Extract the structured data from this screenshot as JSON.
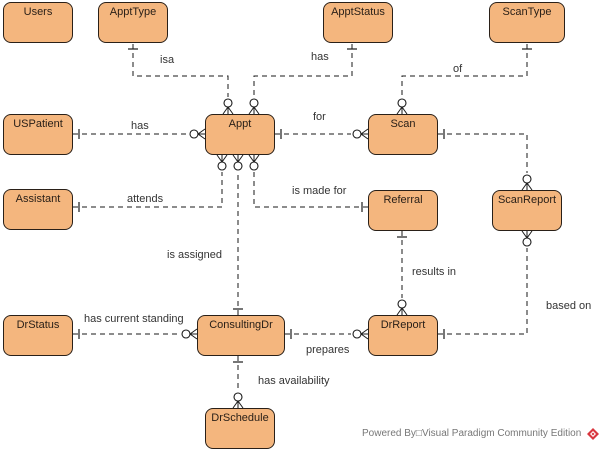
{
  "diagram": {
    "type": "entity-relationship",
    "entities": [
      {
        "id": "users",
        "name": "Users"
      },
      {
        "id": "appttype",
        "name": "ApptType"
      },
      {
        "id": "apptstatus",
        "name": "ApptStatus"
      },
      {
        "id": "scantype",
        "name": "ScanType"
      },
      {
        "id": "uspatient",
        "name": "USPatient"
      },
      {
        "id": "appt",
        "name": "Appt"
      },
      {
        "id": "scan",
        "name": "Scan"
      },
      {
        "id": "assistant",
        "name": "Assistant"
      },
      {
        "id": "referral",
        "name": "Referral"
      },
      {
        "id": "scanreport",
        "name": "ScanReport"
      },
      {
        "id": "drstatus",
        "name": "DrStatus"
      },
      {
        "id": "consultingdr",
        "name": "ConsultingDr"
      },
      {
        "id": "drreport",
        "name": "DrReport"
      },
      {
        "id": "drschedule",
        "name": "DrSchedule"
      }
    ],
    "relationships": [
      {
        "id": "isa",
        "label": "isa",
        "from": "appttype",
        "from_card": "one",
        "to": "appt",
        "to_card": "zero-or-many"
      },
      {
        "id": "has-status",
        "label": "has",
        "from": "apptstatus",
        "from_card": "one",
        "to": "appt",
        "to_card": "zero-or-many"
      },
      {
        "id": "of",
        "label": "of",
        "from": "scantype",
        "from_card": "one",
        "to": "scan",
        "to_card": "zero-or-many"
      },
      {
        "id": "has-patient",
        "label": "has",
        "from": "uspatient",
        "from_card": "one",
        "to": "appt",
        "to_card": "zero-or-many"
      },
      {
        "id": "for",
        "label": "for",
        "from": "appt",
        "from_card": "one",
        "to": "scan",
        "to_card": "zero-or-many"
      },
      {
        "id": "attends",
        "label": "attends",
        "from": "assistant",
        "from_card": "one",
        "to": "appt",
        "to_card": "zero-or-many"
      },
      {
        "id": "is-made-for",
        "label": "is made for",
        "from": "referral",
        "from_card": "one",
        "to": "appt",
        "to_card": "zero-or-many"
      },
      {
        "id": "is-assigned",
        "label": "is assigned",
        "from": "consultingdr",
        "from_card": "one",
        "to": "appt",
        "to_card": "zero-or-many"
      },
      {
        "id": "scan-report",
        "label": "",
        "from": "scan",
        "from_card": "one",
        "to": "scanreport",
        "to_card": "zero-or-many"
      },
      {
        "id": "results-in",
        "label": "results in",
        "from": "referral",
        "from_card": "one",
        "to": "drreport",
        "to_card": "zero-or-many"
      },
      {
        "id": "based-on",
        "label": "based on",
        "from": "drreport",
        "from_card": "one",
        "to": "scanreport",
        "to_card": "zero-or-many"
      },
      {
        "id": "has-current-standing",
        "label": "has current standing",
        "from": "drstatus",
        "from_card": "one",
        "to": "consultingdr",
        "to_card": "zero-or-many"
      },
      {
        "id": "prepares",
        "label": "prepares",
        "from": "consultingdr",
        "from_card": "one",
        "to": "drreport",
        "to_card": "zero-or-many"
      },
      {
        "id": "has-availability",
        "label": "has availability",
        "from": "consultingdr",
        "from_card": "one",
        "to": "drschedule",
        "to_card": "zero-or-many"
      }
    ]
  },
  "colors": {
    "entity_fill": "#f4b67e",
    "entity_border": "#2a2018",
    "line": "#1a1a1a",
    "logo": "#d9363e"
  },
  "footer": {
    "text": "Powered By□Visual Paradigm Community Edition",
    "logo_icon": "visual-paradigm-logo-icon"
  }
}
